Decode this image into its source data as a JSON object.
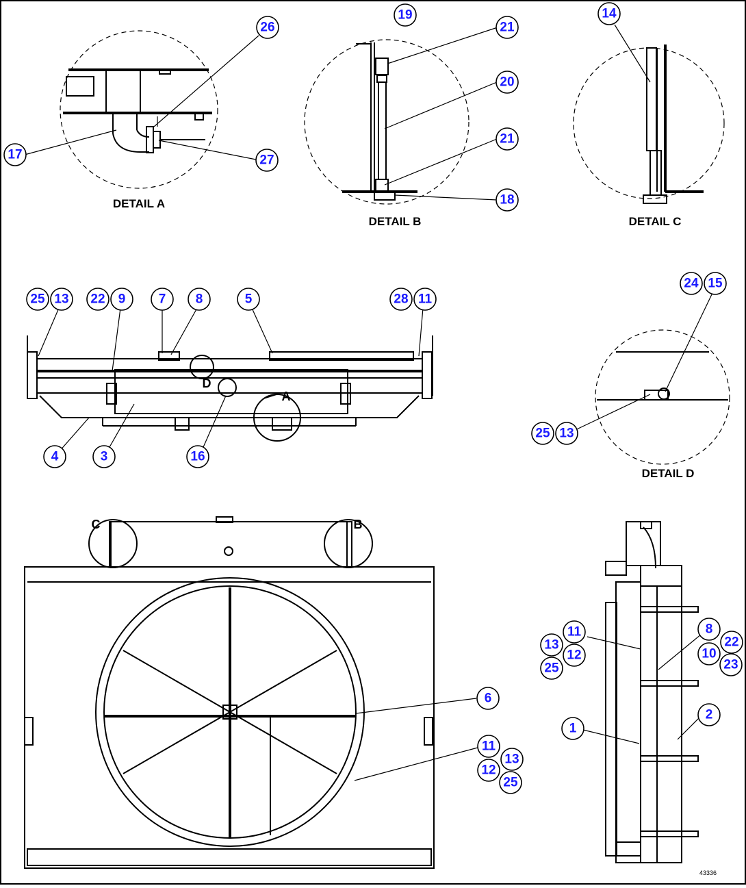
{
  "details": {
    "a": "DETAIL A",
    "b": "DETAIL B",
    "c": "DETAIL C",
    "d": "DETAIL D"
  },
  "view_letters": {
    "a": "A",
    "b": "B",
    "c": "C",
    "d": "D"
  },
  "balloons": {
    "detail_a": [
      "26",
      "17",
      "27"
    ],
    "detail_b": [
      "19",
      "21",
      "20",
      "21",
      "18"
    ],
    "detail_c": [
      "14"
    ],
    "detail_d": [
      "24",
      "15",
      "25",
      "13"
    ],
    "top_view": [
      "25",
      "13",
      "22",
      "9",
      "7",
      "8",
      "5",
      "28",
      "11",
      "4",
      "3",
      "16"
    ],
    "front_view": [
      "6",
      "11",
      "13",
      "12",
      "25"
    ],
    "side_view": [
      "11",
      "13",
      "12",
      "25",
      "8",
      "22",
      "10",
      "23",
      "1",
      "2"
    ]
  },
  "figure_number": "43336"
}
